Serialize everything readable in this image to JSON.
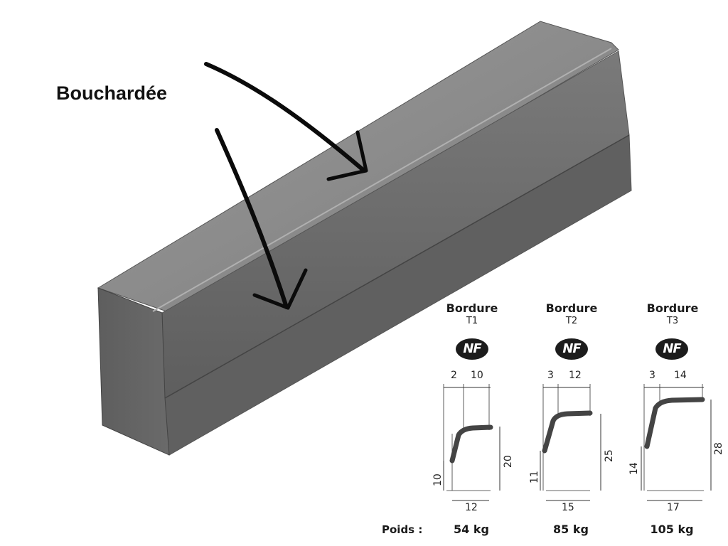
{
  "title": "Bouchardée",
  "poids_label": "Poids :",
  "nf_mark": "NF",
  "profiles": [
    {
      "heading": "Bordure",
      "type": "T1",
      "top_dims": [
        "2",
        "10"
      ],
      "height_low": "10",
      "height_total": "20",
      "base": "12",
      "weight": "54 kg"
    },
    {
      "heading": "Bordure",
      "type": "T2",
      "top_dims": [
        "3",
        "12"
      ],
      "height_low": "11",
      "height_total": "25",
      "base": "15",
      "weight": "85 kg"
    },
    {
      "heading": "Bordure",
      "type": "T3",
      "top_dims": [
        "3",
        "14"
      ],
      "height_low": "14",
      "height_total": "28",
      "base": "17",
      "weight": "105 kg"
    }
  ],
  "colors": {
    "stone_top": "#8a8a8a",
    "stone_front": "#6f6f6f",
    "stone_end": "#5a5a5a",
    "ink": "#111111"
  }
}
